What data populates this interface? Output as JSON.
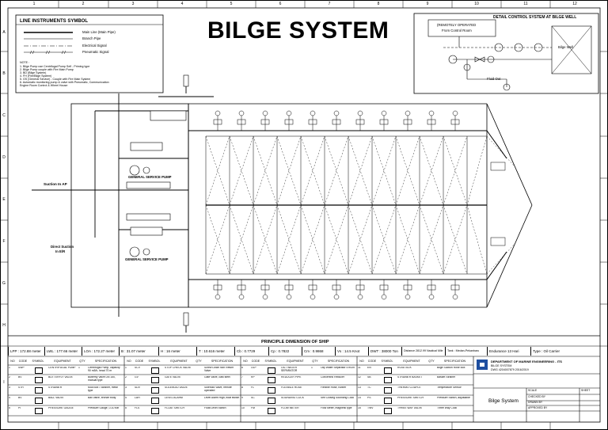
{
  "title": "BILGE SYSTEM",
  "column_numbers": [
    "1",
    "2",
    "3",
    "4",
    "5",
    "6",
    "7",
    "8",
    "9",
    "10",
    "11",
    "12"
  ],
  "row_letters": [
    "A",
    "B",
    "C",
    "D",
    "E",
    "F",
    "G",
    "H",
    "I"
  ],
  "legend": {
    "title": "LINE INSTRUMENTS SYMBOL",
    "items": [
      "Main Line (Main Pipe)",
      "Branch Pipe",
      "Electrical Signal",
      "Pneumatic Signal"
    ],
    "note_heading": "NOTE :",
    "notes": [
      "1.   Bilge Pump use Centrifugal Pump  Self - Priming type",
      "2.   Bilge Pump couple with Fire Main Pump",
      "3.   BD (Bilge System)",
      "4.   FH (Fire/Bilge System)",
      "5.   GS (General Service) - Couple with Fire Main System",
      "6.   Automatic monitoring pump & valve with Pneumatic, Communication",
      "      Engine Room Control & Wheel House"
    ]
  },
  "detail": {
    "title": "DETAIL CONTROL SYSTEM AT BILGE WELL",
    "remote_line1": "(REMOTELY OPERATED",
    "remote_line2": "From Control Room",
    "bilge_well": "Bilge Well",
    "fluid_out": "Fluid Out"
  },
  "labels": {
    "suction_ap": "Suction In AP",
    "direct_suction_1": "Direct Suction",
    "direct_suction_2": "In E/R",
    "gs_pump_1": "GENERAL SERVICE PUMP",
    "gs_pump_2": "GENERAL SERVICE PUMP"
  },
  "principal": {
    "title": "PRINCIPLE DIMENSION OF SHIP",
    "cells": [
      "LPP   : 172.88 meter",
      "LWL : 177.66 meter",
      "LOA : 172.27 meter",
      "B     : 31.07 meter",
      "H     : 16 meter",
      "T     : 10.616 meter",
      "Cb   : 0.7729",
      "Cp   : 0.7822",
      "Cm   : 0.9868",
      "Vs   : 14.5 Knot",
      "DWT : 38000 Ton",
      "Distance 2812.99 Nautical Mile",
      "Tank : Medan-Pekanbaru",
      "Endurance 13 Hari",
      "Type : Oil Carrier"
    ]
  },
  "equipment": {
    "headers": [
      "NO",
      "CODE",
      "SYMBOL",
      "EQUIPMENT",
      "QTY",
      "SPECIFICATION"
    ],
    "groups": [
      [
        {
          "no": "1",
          "code": "SWP",
          "equip": "CENTRIFUGAL PUMP",
          "qty": "1",
          "spec": "Centrifugal Pump, capacity 90 m3/h, head 70 m"
        },
        {
          "no": "2",
          "code": "BV",
          "equip": "BUTTERFLY VALVE",
          "qty": "",
          "spec": "Butterfly Valve DN 150, manual type"
        },
        {
          "no": "3",
          "code": "STR",
          "equip": "STRAINER",
          "qty": "",
          "spec": "Mud Box / Strainer, mesh type"
        },
        {
          "no": "4",
          "code": "BV",
          "equip": "BALL VALVE",
          "qty": "",
          "spec": "Ball Valve, bronze body"
        },
        {
          "no": "5",
          "code": "PI",
          "equip": "PRESSURE GAUGE",
          "qty": "",
          "spec": "Pressure Gauge, 0-10 bar"
        }
      ],
      [
        {
          "no": "1",
          "code": "SCV",
          "equip": "STOP CHECK VALVE",
          "qty": "",
          "spec": "Screw Down Non Return Valve"
        },
        {
          "no": "2",
          "code": "GV",
          "equip": "GATE VALVE",
          "qty": "",
          "spec": "Gate Valve, cast steel"
        },
        {
          "no": "3",
          "code": "SDV",
          "equip": "SOLENOID VALVE",
          "qty": "",
          "spec": "Solenoid Valve, remote operated"
        },
        {
          "no": "4",
          "code": "LAH",
          "equip": "LEVEL ALARM",
          "qty": "",
          "spec": "Level Alarm High, float switch"
        },
        {
          "no": "5",
          "code": "FLS",
          "equip": "FLOAT SWITCH",
          "qty": "",
          "spec": "Float Level Switch"
        }
      ],
      [
        {
          "no": "6",
          "code": "OLP",
          "equip": "OIL / WATER SEPARATOR",
          "qty": "1",
          "spec": "Oily Water Separator 5 m3/h"
        },
        {
          "no": "7",
          "code": "RP",
          "equip": "REDUCER PIPE",
          "qty": "",
          "spec": "Concentric Reducer"
        },
        {
          "no": "8",
          "code": "FL",
          "equip": "FLEXIBLE HOSE",
          "qty": "",
          "spec": "Flexible Hose, rubber"
        },
        {
          "no": "9",
          "code": "SC",
          "equip": "SOUNDING COCK",
          "qty": "",
          "spec": "Self Closing Sounding Cock"
        },
        {
          "no": "10",
          "code": "FM",
          "equip": "FLOW METER",
          "qty": "",
          "spec": "Flow Meter, magnetic type"
        }
      ],
      [
        {
          "no": "11",
          "code": "EN",
          "equip": "ROSE BOX",
          "qty": "",
          "spec": "Bilge Suction Rose Box"
        },
        {
          "no": "12",
          "code": "SB",
          "equip": "STRAINER BASKET",
          "qty": "",
          "spec": "Basket Strainer"
        },
        {
          "no": "13",
          "code": "TC",
          "equip": "THERMO COUPLE",
          "qty": "",
          "spec": "Temperature Sensor"
        },
        {
          "no": "14",
          "code": "PS",
          "equip": "PRESSURE SWITCH",
          "qty": "",
          "spec": "Pressure Switch, adjustable"
        },
        {
          "no": "15",
          "code": "TWV",
          "equip": "THREE WAY VALVE",
          "qty": "",
          "spec": "Three Way Cock"
        }
      ]
    ]
  },
  "title_block": {
    "dept": "DEPARTMENT OF MARINE ENGINEERING - ITS",
    "sub": "BILGE SYSTEM",
    "code": "DWG 4204007879  2016/2019",
    "drawing_name": "Bilge System",
    "scale": "SCALE",
    "sheet": "SHEET",
    "checked": "CHECKED BY",
    "drawn": "DRAWN BY",
    "approved": "APPROVED BY"
  }
}
